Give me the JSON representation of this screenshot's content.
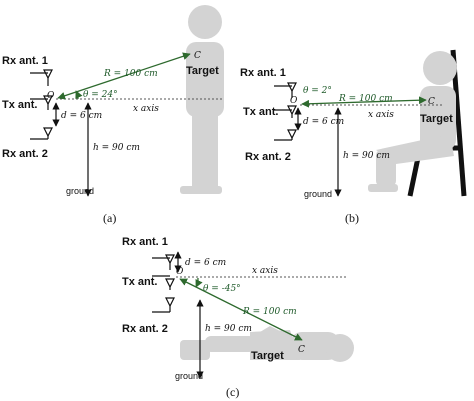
{
  "panel_a": {
    "rx1": "Rx ant. 1",
    "tx": "Tx ant.",
    "rx2": "Rx ant. 2",
    "origin": "O",
    "target_point": "C",
    "r_label": "R = 100 cm",
    "theta_label": "θ = 24°",
    "xaxis_label": "x axis",
    "d_label": "d = 6 cm",
    "h_label": "h = 90 cm",
    "ground_label": "ground",
    "target_label": "Target",
    "caption": "(a)"
  },
  "panel_b": {
    "rx1": "Rx ant. 1",
    "tx": "Tx ant.",
    "rx2": "Rx ant. 2",
    "origin": "O",
    "target_point": "C",
    "r_label": "R = 100 cm",
    "theta_label": "θ = 2°",
    "xaxis_label": "x axis",
    "d_label": "d = 6 cm",
    "h_label": "h = 90 cm",
    "ground_label": "ground",
    "target_label": "Target",
    "caption": "(b)"
  },
  "panel_c": {
    "rx1": "Rx ant. 1",
    "tx": "Tx ant.",
    "rx2": "Rx ant. 2",
    "origin": "O",
    "target_point": "C",
    "r_label": "R = 100 cm",
    "theta_label": "θ = -45°",
    "xaxis_label": "x axis",
    "d_label": "d = 6 cm",
    "h_label": "h = 90 cm",
    "ground_label": "ground",
    "target_label": "Target",
    "caption": "(c)"
  }
}
